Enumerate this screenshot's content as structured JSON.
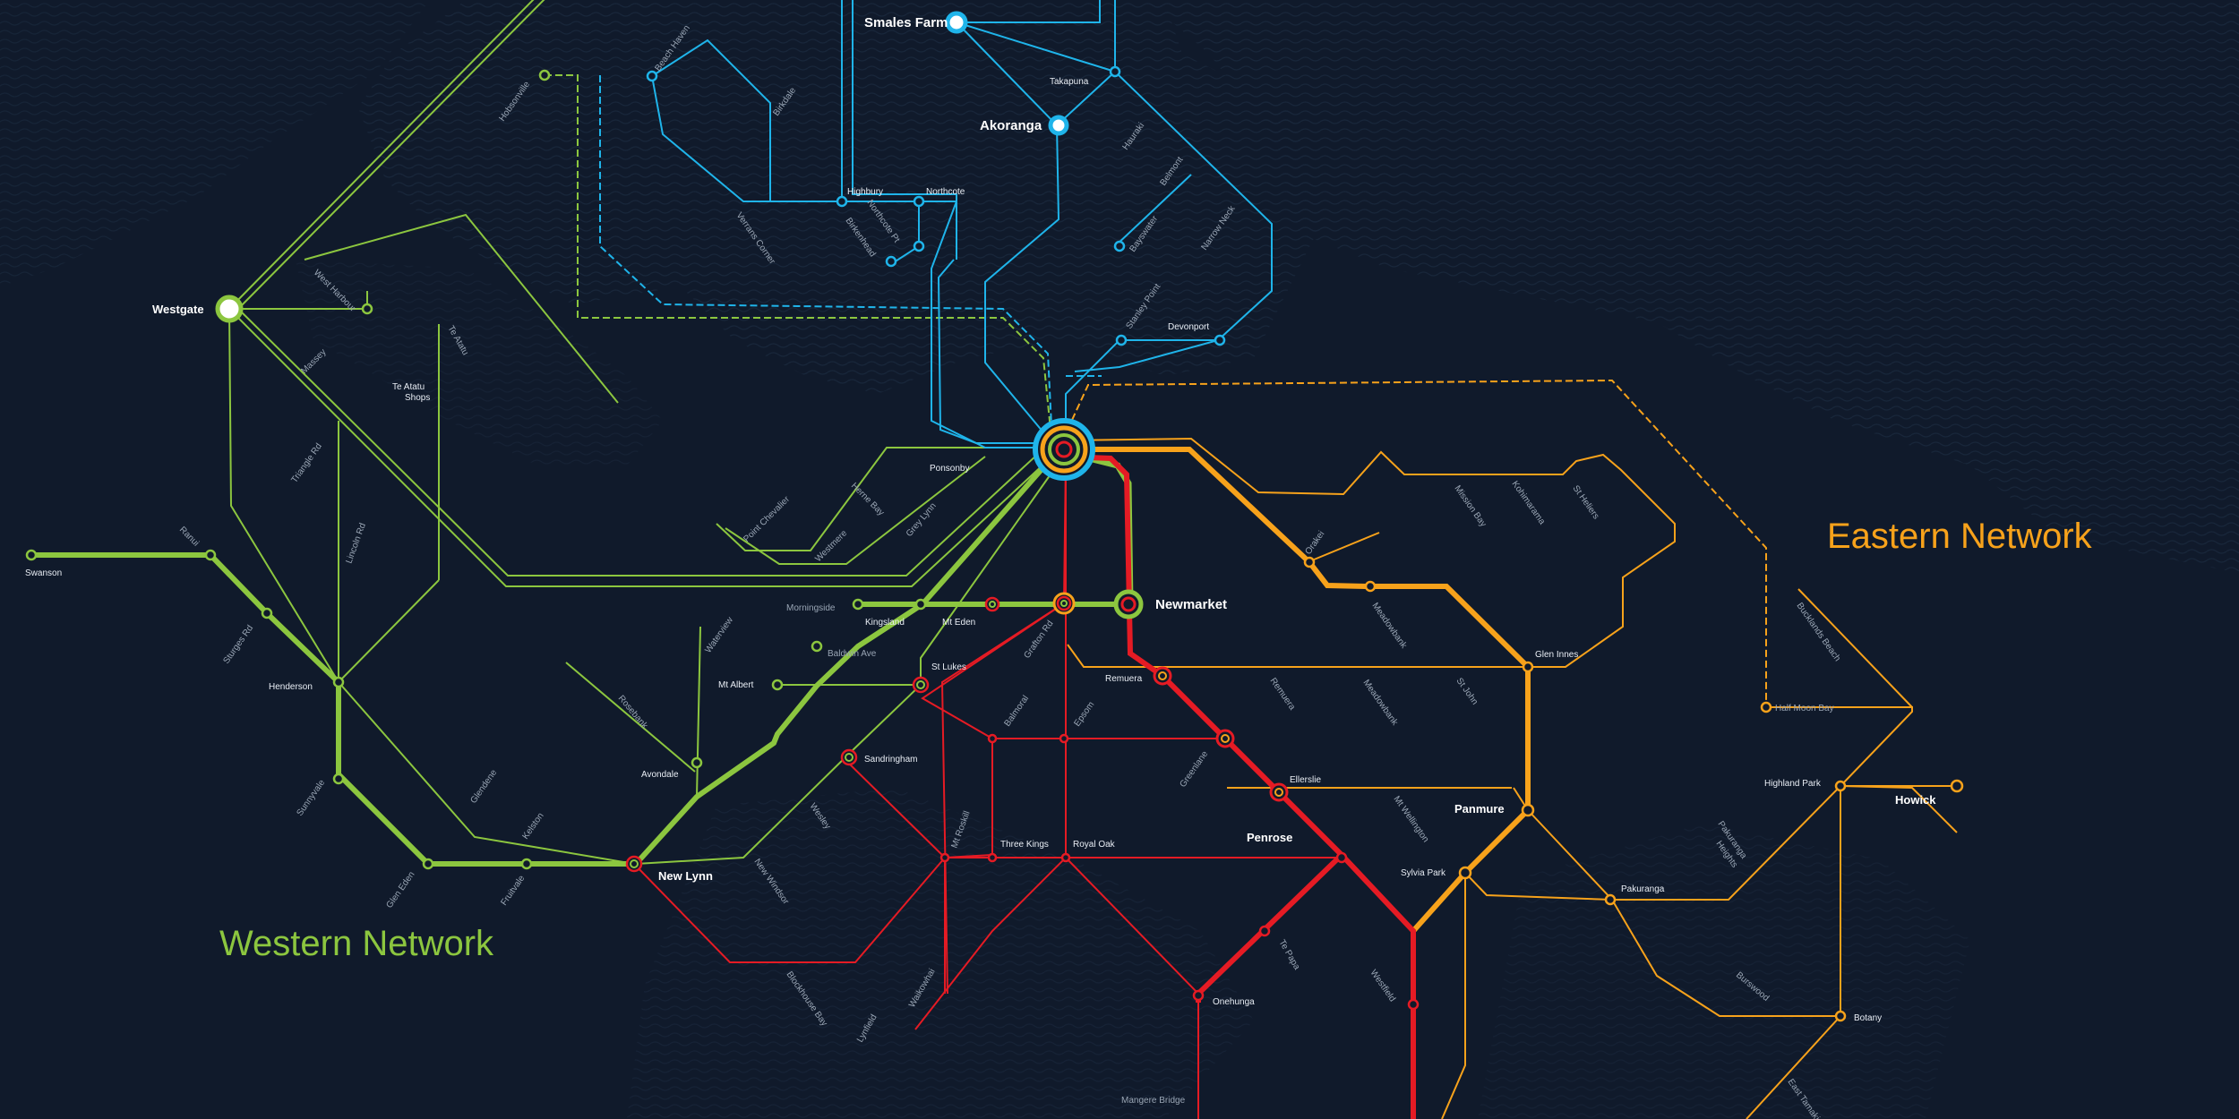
{
  "networks": {
    "western": "Western Network",
    "eastern": "Eastern Network"
  },
  "colors": {
    "background": "#101a2b",
    "western_green": "#8cc63f",
    "northern_blue": "#1fb4ea",
    "eastern_orange": "#f7a21b",
    "southern_red": "#e51b24"
  },
  "stations": {
    "smales_farm": "Smales Farm",
    "akoranga": "Akoranga",
    "takapuna": "Takapuna",
    "hauraki": "Hauraki",
    "belmont": "Belmont",
    "narrow_neck": "Narrow Neck",
    "bayswater": "Bayswater",
    "stanley_point": "Stanley Point",
    "devonport": "Devonport",
    "beach_haven": "Beach Haven",
    "birkdale": "Birkdale",
    "hobsonville": "Hobsonville",
    "highbury": "Highbury",
    "northcote": "Northcote",
    "northcote_pt": "Northcote Pt",
    "birkenhead": "Birkenhead",
    "verrans_corner": "Verrans Corner",
    "westgate": "Westgate",
    "west_harbour": "West Harbour",
    "massey": "Massey",
    "te_atatu": "Te Atatu",
    "te_atatu_shops_1": "Te Atatu",
    "te_atatu_shops_2": "Shops",
    "triangle_rd": "Triangle Rd",
    "lincoln_rd": "Lincoln Rd",
    "ranui": "Ranui",
    "swanson": "Swanson",
    "sturges_rd": "Sturges Rd",
    "henderson": "Henderson",
    "sunnyvale": "Sunnyvale",
    "glen_eden": "Glen Eden",
    "fruitvale": "Fruitvale",
    "kelston": "Kelston",
    "glendene": "Glendene",
    "new_lynn": "New Lynn",
    "new_windsor": "New Windsor",
    "avondale": "Avondale",
    "rosebank": "Rosebank",
    "waterview": "Waterview",
    "mt_albert": "Mt Albert",
    "baldwin_ave": "Baldwin Ave",
    "morningside": "Morningside",
    "kingsland": "Kingsland",
    "mt_eden": "Mt Eden",
    "point_chevalier": "Point Chevalier",
    "westmere": "Westmere",
    "herne_bay": "Herne Bay",
    "grey_lynn": "Grey Lynn",
    "ponsonby": "Ponsonby",
    "newmarket": "Newmarket",
    "grafton_rd": "Grafton Rd",
    "st_lukes": "St Lukes",
    "sandringham": "Sandringham",
    "wesley": "Wesley",
    "balmoral": "Balmoral",
    "epsom": "Epsom",
    "mt_roskill": "Mt Roskill",
    "three_kings": "Three Kings",
    "royal_oak": "Royal Oak",
    "blockhouse_bay": "Blockhouse Bay",
    "waikowhai": "Waikowhai",
    "lynfield": "Lynfield",
    "onehunga": "Onehunga",
    "mangere_bridge": "Mangere Bridge",
    "te_papa": "Te Papa",
    "penrose": "Penrose",
    "westfield": "Westfield",
    "remuera_red": "Remuera",
    "greenlane": "Greenlane",
    "ellerslie": "Ellerslie",
    "mt_wellington": "Mt Wellington",
    "sylvia_park": "Sylvia Park",
    "panmure": "Panmure",
    "pakuranga": "Pakuranga",
    "pakuranga_heights_1": "Pakuranga",
    "pakuranga_heights_2": "Heights",
    "burswood": "Burswood",
    "botany": "Botany",
    "east_tamaki": "East Tamaki",
    "highland_park": "Highland Park",
    "howick": "Howick",
    "half_moon_bay": "Half Moon Bay",
    "bucklands_beach": "Bucklands Beach",
    "glen_innes": "Glen Innes",
    "st_johns": "St John",
    "meadowbank_lower": "Meadowbank",
    "remuera_orange": "Remuera",
    "meadowbank_upper": "Meadowbank",
    "orakei": "Orakei",
    "mission_bay": "Mission Bay",
    "kohimarama": "Kohimarama",
    "st_heliers": "St Heliers"
  }
}
